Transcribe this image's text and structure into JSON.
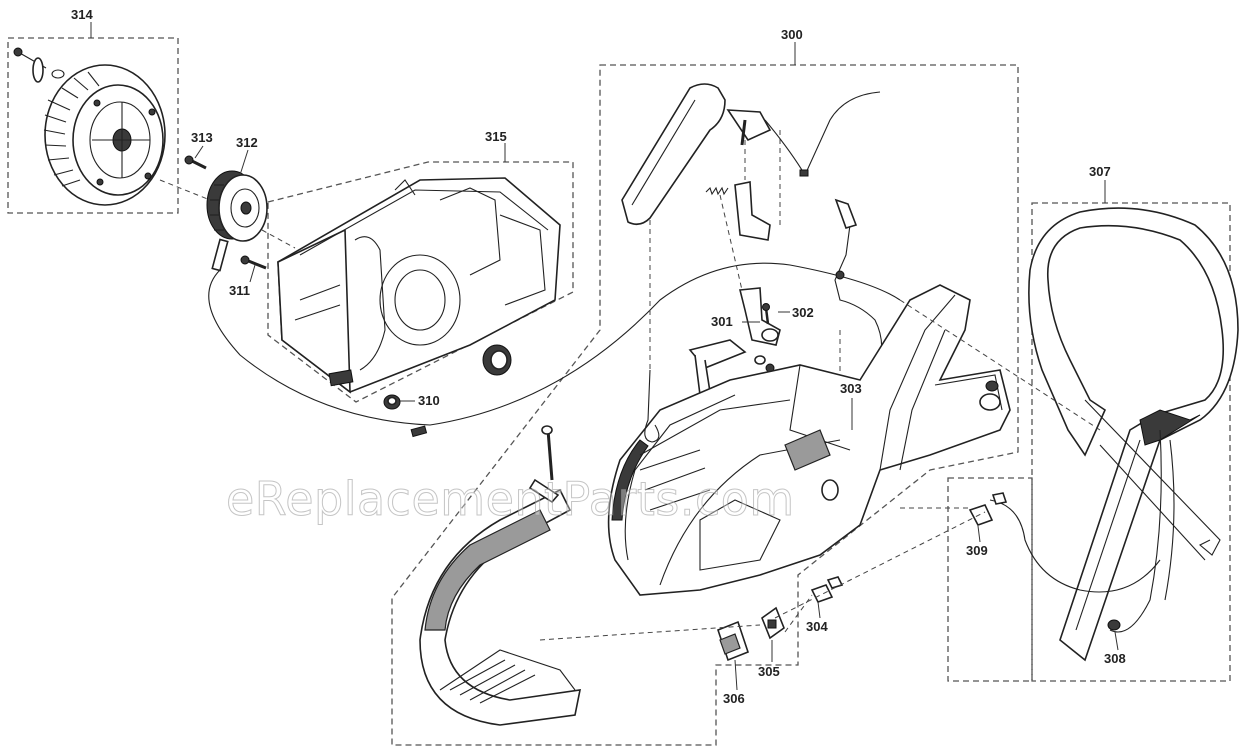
{
  "labels": {
    "p300": "300",
    "p301": "301",
    "p302": "302",
    "p303": "303",
    "p304": "304",
    "p305": "305",
    "p306": "306",
    "p307": "307",
    "p308": "308",
    "p309": "309",
    "p310": "310",
    "p311": "311",
    "p312": "312",
    "p313": "313",
    "p314": "314",
    "p315": "315"
  },
  "watermark": "eReplacementParts.com"
}
